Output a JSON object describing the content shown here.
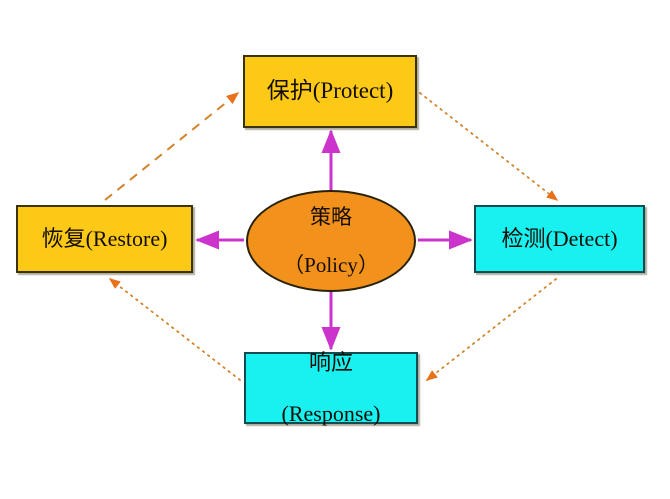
{
  "diagram": {
    "title": "P2DR security policy cycle",
    "colors": {
      "protect_fill": "#fbc916",
      "restore_fill": "#fbc916",
      "detect_fill": "#19f0f0",
      "response_fill": "#19f0f0",
      "policy_fill": "#f2921d",
      "radial_arrow": "#cc33cc",
      "cycle_arrow": "#e8711a",
      "background": "#ffffff",
      "text": "#140d05"
    },
    "nodes": {
      "policy": {
        "label_cn": "策略",
        "label_en": "（Policy）",
        "shape": "ellipse"
      },
      "protect": {
        "label": "保护(Protect)",
        "shape": "rectangle"
      },
      "detect": {
        "label": "检测(Detect)",
        "shape": "rectangle"
      },
      "response": {
        "label_cn": "响应",
        "label_en": "(Response)",
        "shape": "rectangle"
      },
      "restore": {
        "label": "恢复(Restore)",
        "shape": "rectangle"
      }
    },
    "edges": [
      {
        "name": "policy-to-protect",
        "from": "policy",
        "to": "protect",
        "style": "solid",
        "color": "#cc33cc",
        "direction": "up"
      },
      {
        "name": "policy-to-detect",
        "from": "policy",
        "to": "detect",
        "style": "solid",
        "color": "#cc33cc",
        "direction": "right"
      },
      {
        "name": "policy-to-response",
        "from": "policy",
        "to": "response",
        "style": "solid",
        "color": "#cc33cc",
        "direction": "down"
      },
      {
        "name": "policy-to-restore",
        "from": "policy",
        "to": "restore",
        "style": "solid",
        "color": "#cc33cc",
        "direction": "left"
      },
      {
        "name": "restore-to-protect",
        "from": "restore",
        "to": "protect",
        "style": "dashed",
        "color": "#d2832a",
        "direction": "up-right"
      },
      {
        "name": "protect-to-detect",
        "from": "protect",
        "to": "detect",
        "style": "dotted",
        "color": "#d2832a",
        "direction": "down-right"
      },
      {
        "name": "detect-to-response",
        "from": "detect",
        "to": "response",
        "style": "dotted",
        "color": "#d2832a",
        "direction": "down-left"
      },
      {
        "name": "response-to-restore",
        "from": "response",
        "to": "restore",
        "style": "dotted",
        "color": "#d2832a",
        "direction": "up-left"
      }
    ]
  }
}
